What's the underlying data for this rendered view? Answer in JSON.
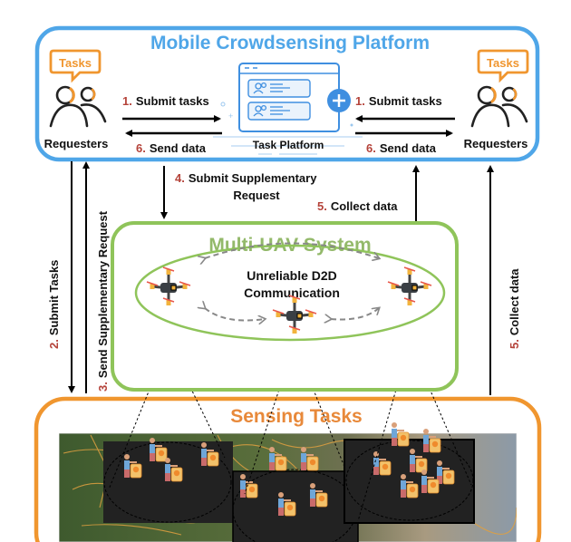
{
  "platform": {
    "title": "Mobile Crowdsensing Platform",
    "task_platform_label": "Task Platform",
    "left_requesters": {
      "label": "Requesters",
      "bubble": "Tasks"
    },
    "right_requesters": {
      "label": "Requesters",
      "bubble": "Tasks"
    }
  },
  "flows": {
    "submit_tasks_left": {
      "num": "1.",
      "text": "Submit tasks"
    },
    "send_data_left": {
      "num": "6.",
      "text": "Send data"
    },
    "submit_tasks_right": {
      "num": "1.",
      "text": "Submit tasks"
    },
    "send_data_right": {
      "num": "6.",
      "text": "Send data"
    },
    "submit_tasks_down": {
      "num": "2.",
      "text": "Submit Tasks"
    },
    "send_supp_request": {
      "num": "3.",
      "text": "Send Supplementary Request"
    },
    "submit_supp_request": {
      "num": "4.",
      "text": "Submit Supplementary",
      "text2": "Request"
    },
    "collect_data_center": {
      "num": "5.",
      "text": "Collect data"
    },
    "collect_data_right": {
      "num": "5.",
      "text": "Collect data"
    }
  },
  "uav": {
    "title": "Multi-UAV System",
    "d2d_line1": "Unreliable D2D",
    "d2d_line2": "Communication"
  },
  "sensing": {
    "title": "Sensing Tasks"
  },
  "colors": {
    "platform_blue": "#4fa6e8",
    "uav_green": "#8fc45a",
    "uav_title_green": "#93b96a",
    "sensing_orange": "#f0962f",
    "step_number_red": "#b5433a",
    "icon_blue": "#3f8fe0"
  }
}
